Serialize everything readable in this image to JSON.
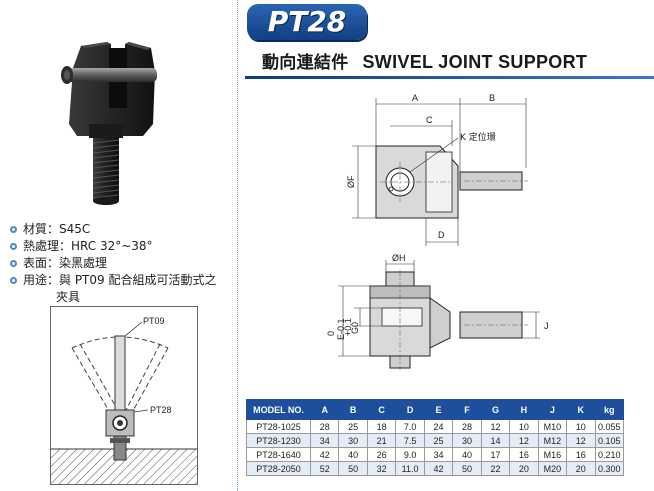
{
  "header": {
    "model": "PT28",
    "title_zh": "動向連結件",
    "title_en": "SWIVEL JOINT SUPPORT"
  },
  "specs": [
    "材質：S45C",
    "熱處理：HRC 32°~38°",
    "表面：染黑處理",
    "用途：與 PT09 配合組成可活動式之",
    "夾具"
  ],
  "application_diagram": {
    "label_upper": "PT09",
    "label_lower": "PT28"
  },
  "top_view": {
    "dim_a": "A",
    "dim_b": "B",
    "dim_c": "C",
    "dim_d": "D",
    "dim_f": "ØF",
    "callout_k": "K 定位環"
  },
  "side_view": {
    "dim_h": "ØH",
    "dim_e": "E-0.1",
    "dim_e_tol": "0",
    "dim_g": "G0",
    "dim_g_tol": "+0.1",
    "dim_j": "J"
  },
  "colors": {
    "brand_blue": "#1d4f9c",
    "row_tint": "#e3ecf8"
  },
  "table": {
    "headers": [
      "MODEL NO.",
      "A",
      "B",
      "C",
      "D",
      "E",
      "F",
      "G",
      "H",
      "J",
      "K",
      "kg"
    ],
    "rows": [
      [
        "PT28-1025",
        "28",
        "25",
        "18",
        "7.0",
        "24",
        "28",
        "12",
        "10",
        "M10",
        "10",
        "0.055"
      ],
      [
        "PT28-1230",
        "34",
        "30",
        "21",
        "7.5",
        "25",
        "30",
        "14",
        "12",
        "M12",
        "12",
        "0.105"
      ],
      [
        "PT28-1640",
        "42",
        "40",
        "26",
        "9.0",
        "34",
        "40",
        "17",
        "16",
        "M16",
        "16",
        "0.210"
      ],
      [
        "PT28-2050",
        "52",
        "50",
        "32",
        "11.0",
        "42",
        "50",
        "22",
        "20",
        "M20",
        "20",
        "0.300"
      ]
    ]
  }
}
